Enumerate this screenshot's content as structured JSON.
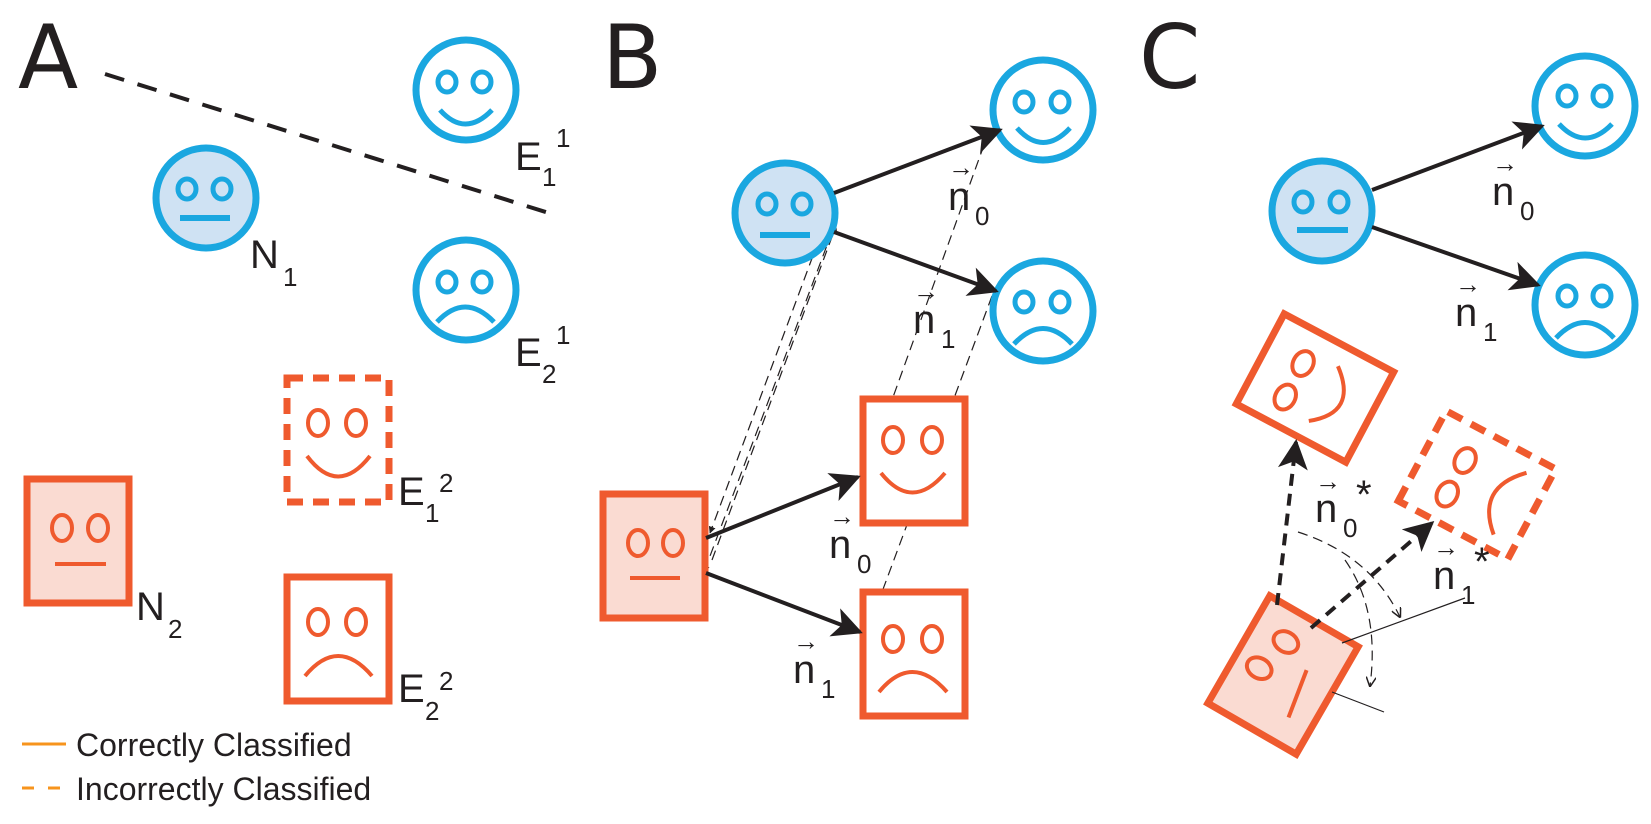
{
  "panels": {
    "a": "A",
    "b": "B",
    "c": "C"
  },
  "labels": {
    "E": "E",
    "N": "N",
    "n": "n",
    "star": "*",
    "one": "1",
    "two": "2",
    "zero": "0",
    "vec": "→"
  },
  "legend": {
    "correct": "Correctly Classified",
    "incorrect": "Incorrectly Classified"
  },
  "colors": {
    "blue": "#1aa7e0",
    "blue_fill": "#cfe2f3",
    "red": "#ef5a2e",
    "red_fill": "#fadbd2",
    "legend_line": "#f7941d"
  }
}
